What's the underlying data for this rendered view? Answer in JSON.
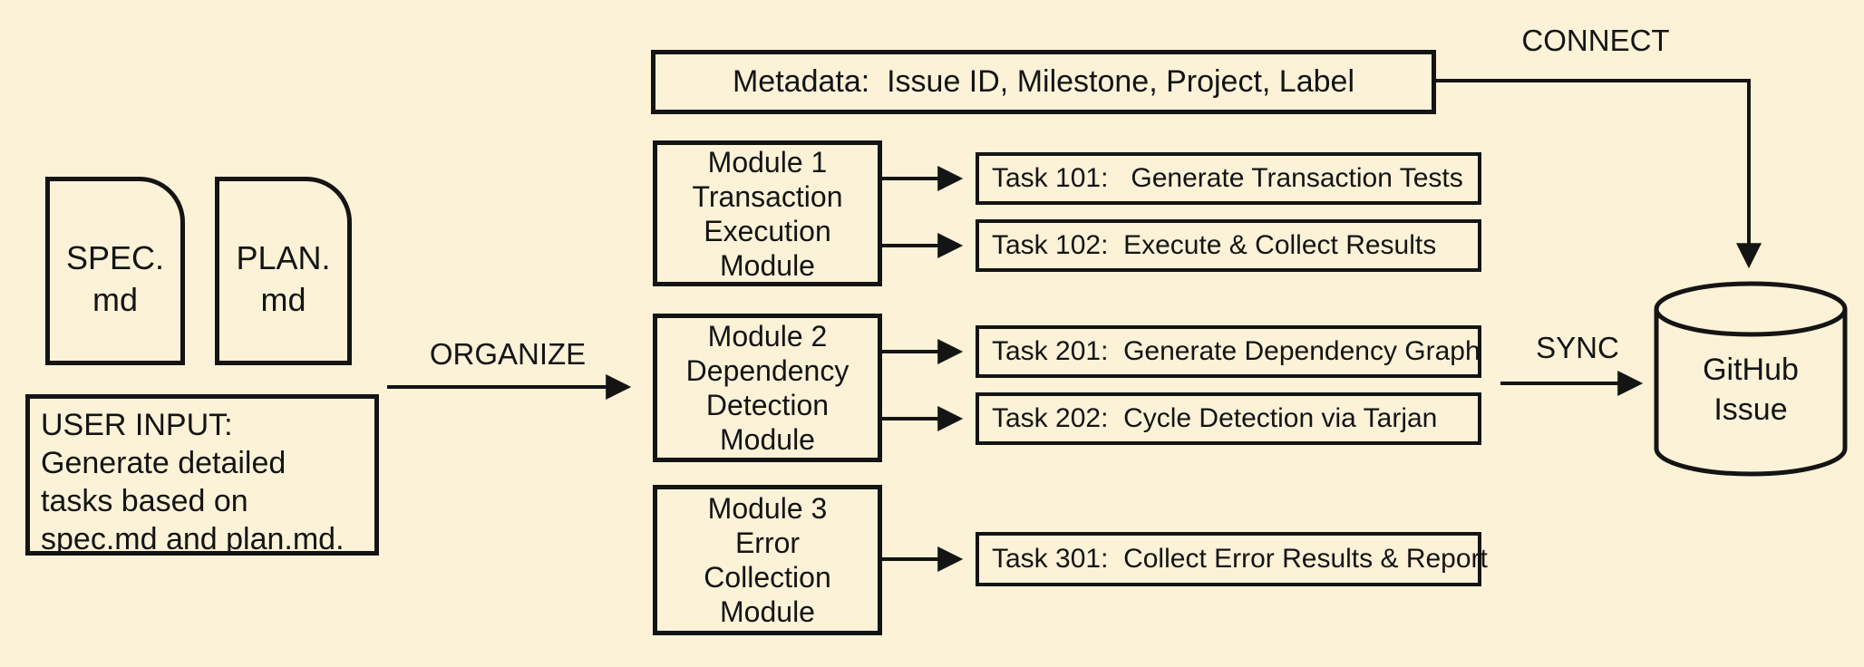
{
  "palette": {
    "background": "#FBF2D7",
    "ink": "#141414"
  },
  "documents": [
    {
      "line1": "SPEC.",
      "line2": "md"
    },
    {
      "line1": "PLAN.",
      "line2": "md"
    }
  ],
  "user_input": {
    "lines": [
      "USER INPUT:",
      "Generate detailed",
      "tasks based on",
      "spec.md and plan.md."
    ]
  },
  "flow_labels": {
    "organize": "ORGANIZE",
    "connect": "CONNECT",
    "sync": "SYNC"
  },
  "metadata": {
    "text": "Metadata:  Issue ID, Milestone, Project, Label"
  },
  "modules": [
    {
      "lines": [
        "Module 1",
        "Transaction",
        "Execution",
        "Module"
      ]
    },
    {
      "lines": [
        "Module 2",
        "Dependency",
        "Detection",
        "Module"
      ]
    },
    {
      "lines": [
        "Module 3",
        "Error",
        "Collection",
        "Module"
      ]
    }
  ],
  "tasks": [
    {
      "label": "Task 101:   Generate Transaction Tests"
    },
    {
      "label": "Task 102:  Execute & Collect Results"
    },
    {
      "label": "Task 201:  Generate Dependency Graph"
    },
    {
      "label": "Task 202:  Cycle Detection via Tarjan"
    },
    {
      "label": "Task 301:  Collect Error Results & Report"
    }
  ],
  "database": {
    "line1": "GitHub",
    "line2": "Issue"
  }
}
